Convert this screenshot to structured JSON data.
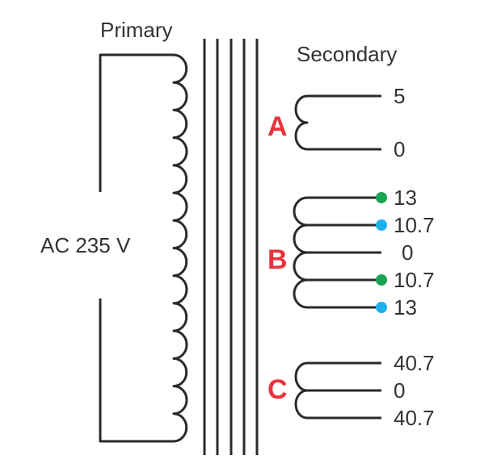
{
  "primary": {
    "title": "Primary",
    "input_label": "AC 235 V"
  },
  "secondary": {
    "title": "Secondary",
    "windings": [
      {
        "letter": "A",
        "taps": [
          "5",
          "0"
        ]
      },
      {
        "letter": "B",
        "taps": [
          "13",
          "10.7",
          "0",
          "10.7",
          "13"
        ]
      },
      {
        "letter": "C",
        "taps": [
          "40.7",
          "0",
          "40.7"
        ]
      }
    ]
  },
  "colors": {
    "letter": "#e8333e",
    "dot_green": "#1aa352",
    "dot_blue": "#1fb0ea",
    "wire": "#2a2a2a"
  }
}
